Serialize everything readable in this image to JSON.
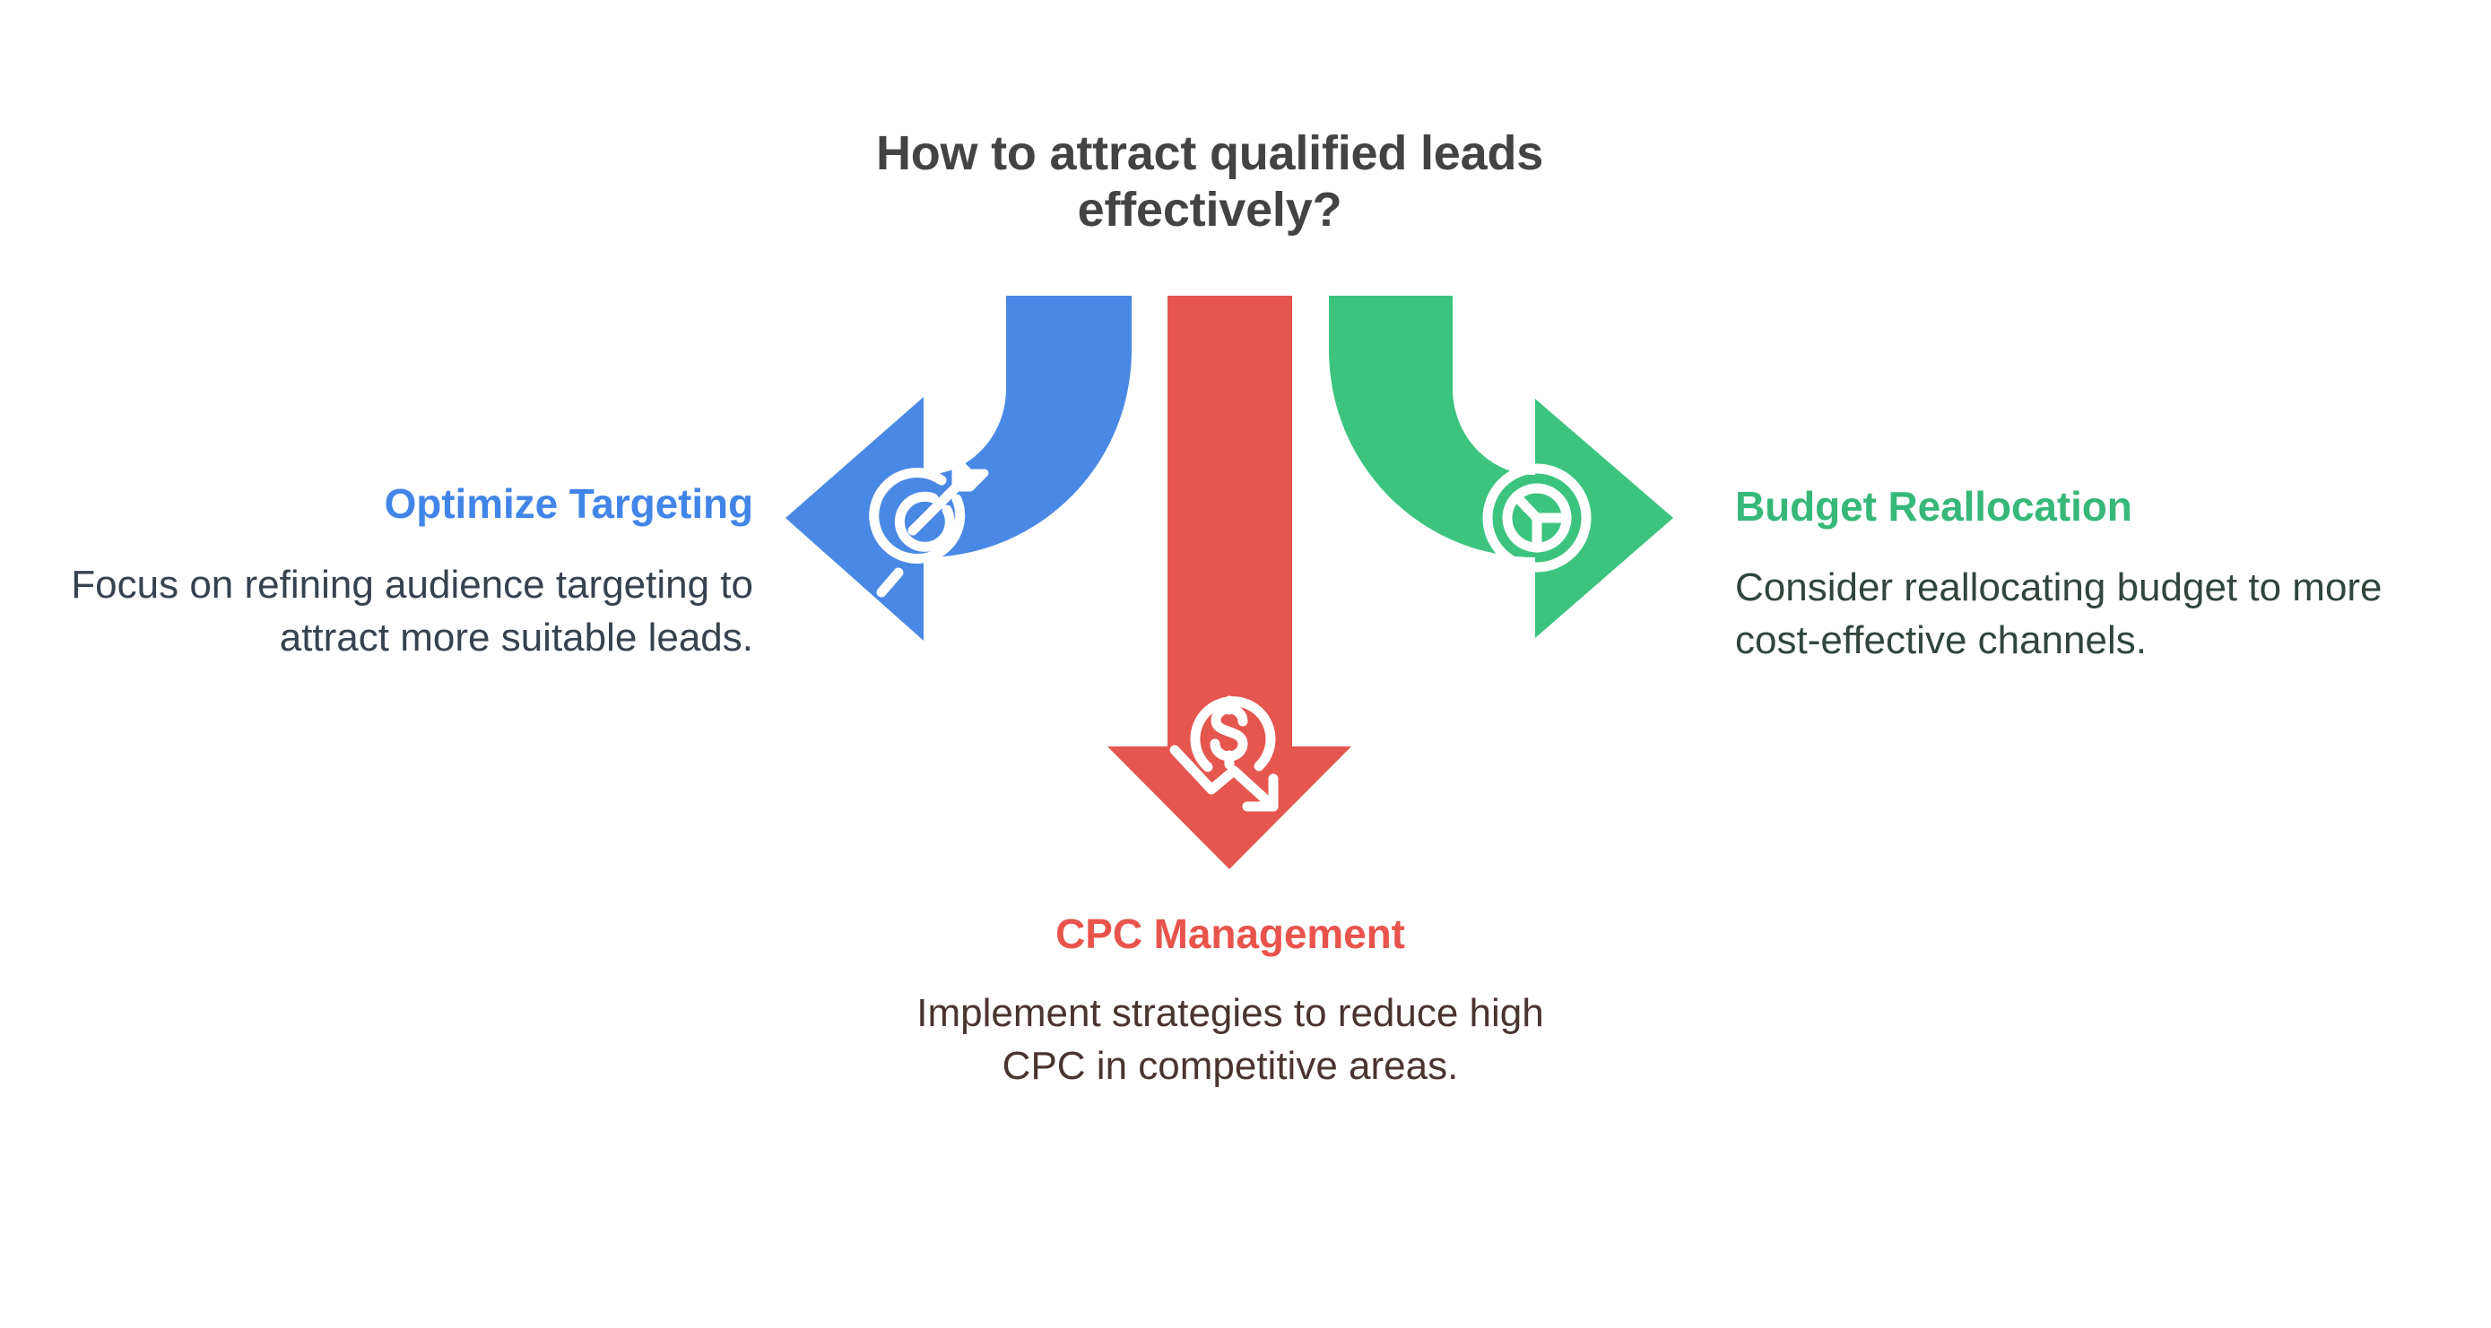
{
  "page": {
    "background_color": "#ffffff",
    "question": "How to attract qualified leads effectively?",
    "question_color": "#434343"
  },
  "branches": [
    {
      "id": "optimize-targeting",
      "title": "Optimize Targeting",
      "body": "Focus on refining audience targeting to attract more suitable leads.",
      "color": "#4A88E5",
      "title_color": "#4285E8",
      "body_color": "#37424F",
      "icon": "target-arrow-icon",
      "direction": "left",
      "arrow_shape": "curved-elbow-left"
    },
    {
      "id": "cpc-management",
      "title": "CPC Management",
      "body": "Implement strategies to reduce high CPC in competitive areas.",
      "color": "#E5564F",
      "title_color": "#E8544C",
      "body_color": "#4A3430",
      "icon": "dollar-declining-trend-icon",
      "direction": "down",
      "arrow_shape": "straight-down"
    },
    {
      "id": "budget-reallocation",
      "title": "Budget Reallocation",
      "body": "Consider reallocating budget to more cost-effective channels.",
      "color": "#3CC47F",
      "title_color": "#36B878",
      "body_color": "#31453B",
      "icon": "pie-chart-icon",
      "direction": "right",
      "arrow_shape": "curved-elbow-right"
    }
  ]
}
